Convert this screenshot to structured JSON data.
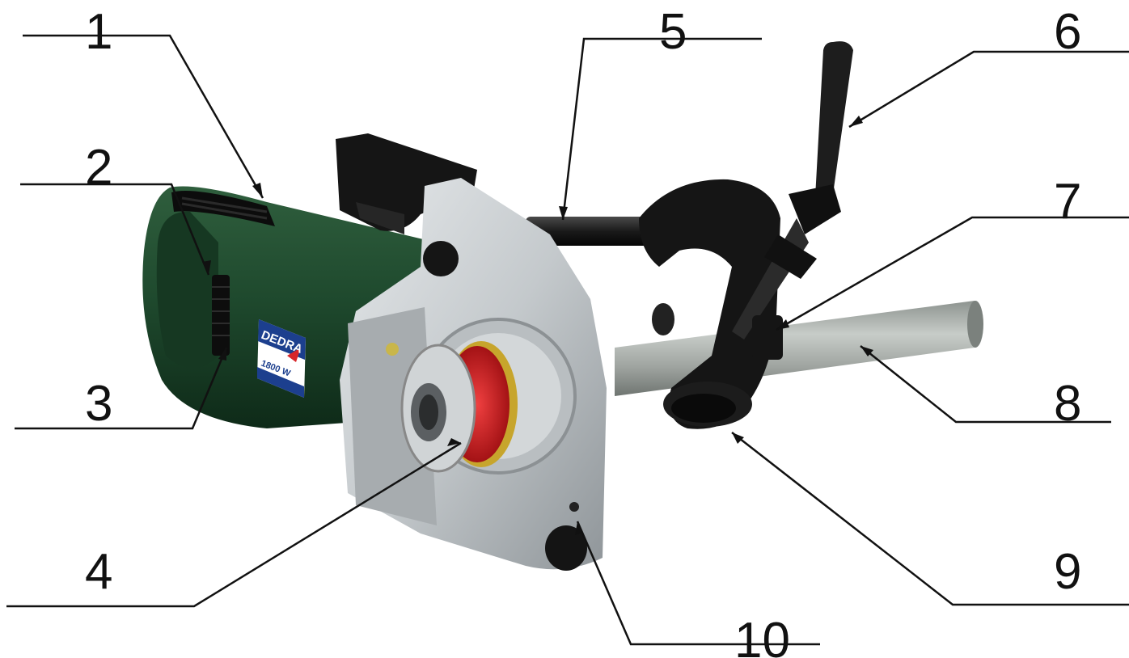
{
  "brand": {
    "name": "DEDRA",
    "model": "1800 W"
  },
  "callouts": [
    {
      "number": "1",
      "part": "motor-housing-vent"
    },
    {
      "number": "2",
      "part": "rear-handle-grip"
    },
    {
      "number": "3",
      "part": "side-vent"
    },
    {
      "number": "4",
      "part": "cutting-wheel-flange"
    },
    {
      "number": "5",
      "part": "guide-rod"
    },
    {
      "number": "6",
      "part": "clamp-lever-handle"
    },
    {
      "number": "7",
      "part": "clamp-tension-screw"
    },
    {
      "number": "8",
      "part": "pipe"
    },
    {
      "number": "9",
      "part": "pipe-clamp"
    },
    {
      "number": "10",
      "part": "blade-guard-knob"
    }
  ],
  "colors": {
    "body_green": "#1f4a2e",
    "body_green_dark": "#10301c",
    "aluminum": "#c9cdd0",
    "aluminum_dark": "#9ea3a7",
    "red_flange": "#d8262a",
    "black_parts": "#141414",
    "pipe": "#a9aeaa",
    "brand_blue": "#1c3f8e",
    "brand_red": "#d8262a",
    "leader": "#111111"
  }
}
